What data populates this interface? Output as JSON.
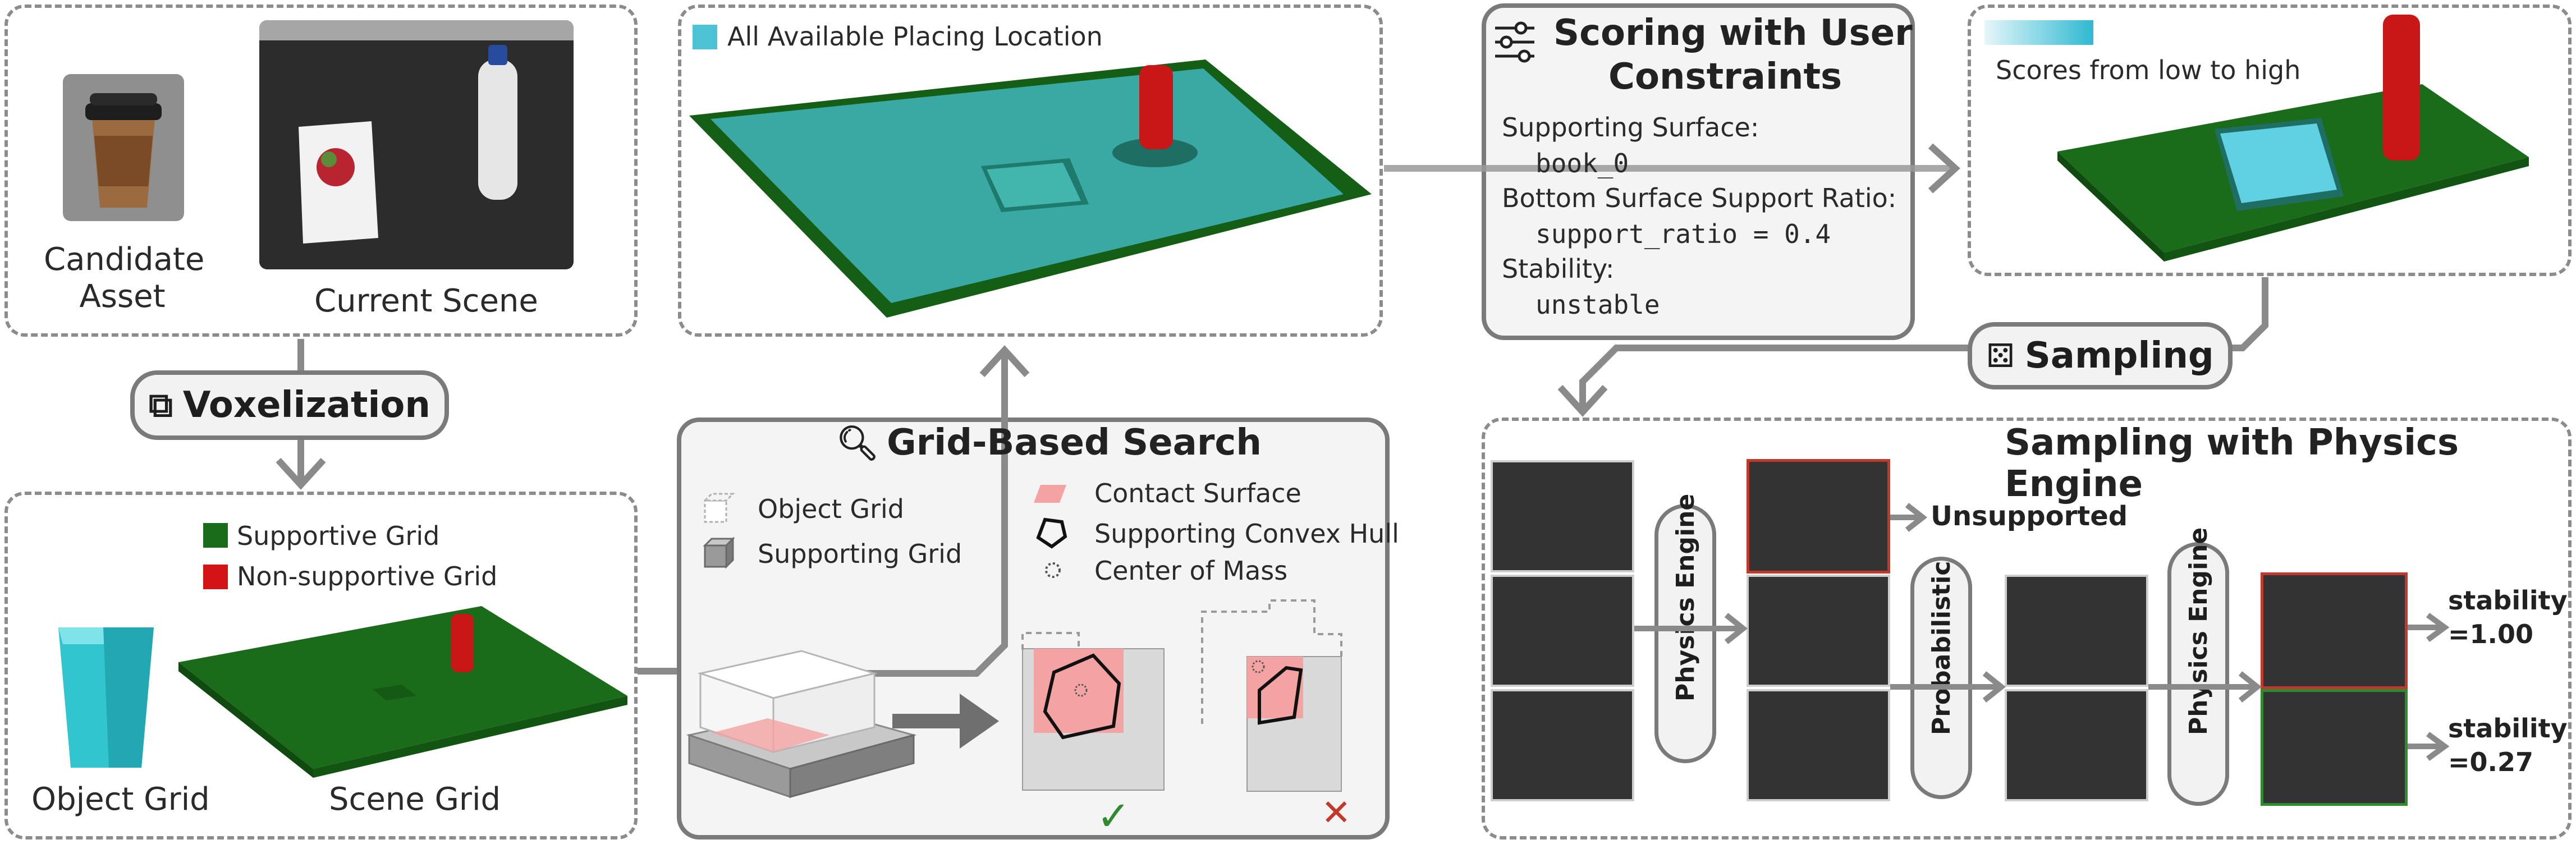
{
  "panels": {
    "input": {
      "candidate_asset_label": "Candidate\nAsset",
      "current_scene_label": "Current Scene"
    },
    "voxelization": {
      "label": "Voxelization"
    },
    "grids": {
      "legend_supportive": "Supportive Grid",
      "legend_nonsupportive": "Non-supportive Grid",
      "object_grid_label": "Object Grid",
      "scene_grid_label": "Scene Grid"
    },
    "placing": {
      "legend": "All Available Placing Location"
    },
    "search": {
      "title": "Grid-Based Search",
      "legend_object_grid": "Object Grid",
      "legend_supporting_grid": "Supporting Grid",
      "legend_contact_surface": "Contact Surface",
      "legend_convex_hull": "Supporting Convex Hull",
      "legend_center_of_mass": "Center of Mass",
      "check_mark": "✓",
      "cross_mark": "✕"
    },
    "scoring": {
      "title_line1": "Scoring with User",
      "title_line2": "Constraints",
      "supporting_surface_key": "Supporting Surface:",
      "supporting_surface_val": "book_0",
      "support_ratio_key": "Bottom Surface Support Ratio:",
      "support_ratio_val": "support_ratio = 0.4",
      "stability_key": "Stability:",
      "stability_val": "unstable"
    },
    "scores": {
      "legend": "Scores from low to high"
    },
    "sampling": {
      "label": "Sampling"
    },
    "physics": {
      "title": "Sampling with Physics Engine",
      "engine_label_1": "Physics Engine",
      "probabilistic_label": "Probabilistic",
      "engine_label_2": "Physics Engine",
      "unsupported_label": "Unsupported",
      "stability_1": "stability\n=1.00",
      "stability_2": "stability\n=0.27"
    }
  },
  "colors": {
    "supportive": "#1a6b1a",
    "non_supportive": "#d41414",
    "placing_cyan": "#4fc3d6",
    "contact_red": "#f4a3a3",
    "border_gray": "#8c8c8c",
    "success_green": "#2e8b2e",
    "fail_red": "#c0392b"
  }
}
